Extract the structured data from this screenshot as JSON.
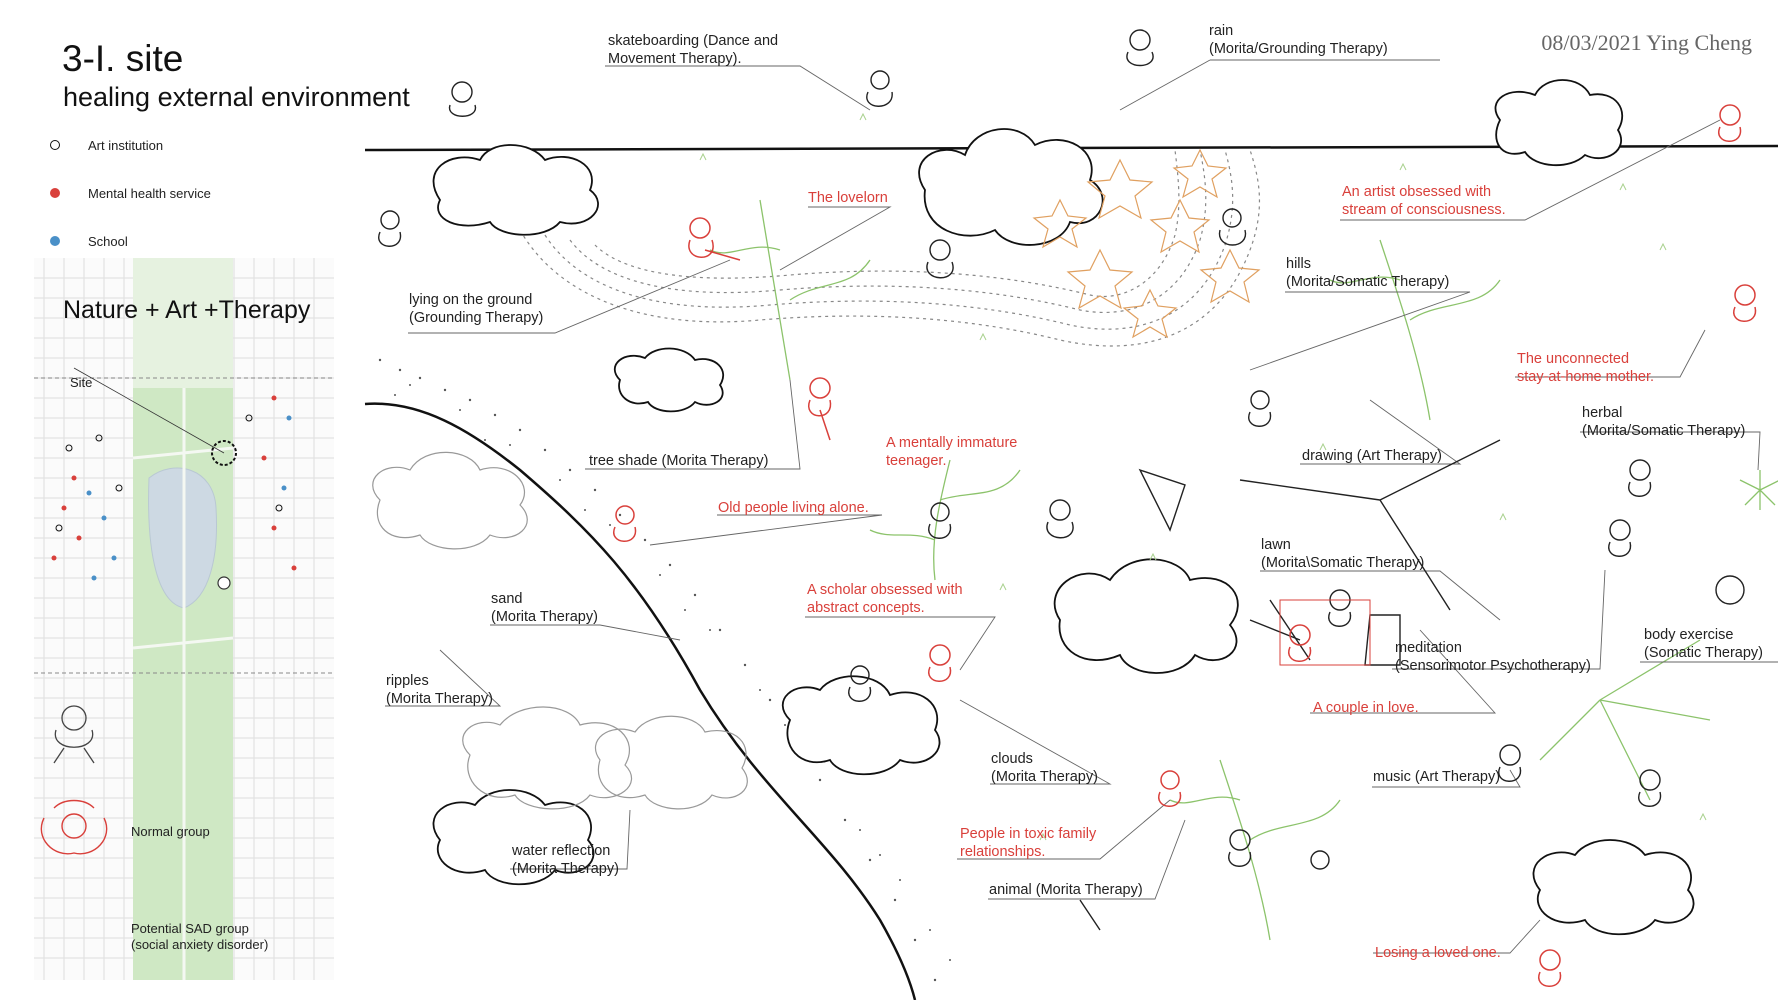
{
  "header": {
    "title": "3-I. site",
    "subtitle": "healing external environment",
    "signature": "08/03/2021 Ying Cheng"
  },
  "legend": [
    {
      "label": "Art institution",
      "color": "#111111",
      "style": "hollow"
    },
    {
      "label": "Mental health service",
      "color": "#d9403b",
      "style": "filled"
    },
    {
      "label": "School",
      "color": "#4a90c8",
      "style": "filled"
    }
  ],
  "map": {
    "heading": "Nature + Art +Therapy",
    "site_label": "Site",
    "normal_group_label": "Normal group",
    "sad_group_line1": "Potential SAD group",
    "sad_group_line2": "(social anxiety disorder)"
  },
  "labels": {
    "skateboarding_l1": "skateboarding (Dance and",
    "skateboarding_l2": "Movement Therapy).",
    "rain_l1": "rain",
    "rain_l2": "(Morita/Grounding Therapy)",
    "lovelorn": "The lovelorn",
    "artist_l1": "An artist obsessed with",
    "artist_l2": "stream of consciousness.",
    "lying_l1": "lying on the ground",
    "lying_l2": "(Grounding Therapy)",
    "hills_l1": "hills",
    "hills_l2": "(Morita/Somatic Therapy)",
    "unconnected_l1": "The unconnected",
    "unconnected_l2": "stay-at-home mother.",
    "herbal_l1": "herbal",
    "herbal_l2": "(Morita/Somatic Therapy)",
    "immature_l1": "A mentally immature",
    "immature_l2": "teenager.",
    "tree_shade": "tree shade (Morita Therapy)",
    "drawing": "drawing (Art Therapy)",
    "old_people": "Old people living alone.",
    "lawn_l1": "lawn",
    "lawn_l2": "(Morita\\Somatic Therapy)",
    "scholar_l1": "A  scholar  obsessed  with",
    "scholar_l2": "abstract concepts.",
    "sand_l1": "sand",
    "sand_l2": "(Morita Therapy)",
    "meditation_l1": "meditation",
    "meditation_l2": "(Sensorimotor Psychotherapy)",
    "body_l1": "body exercise",
    "body_l2": "(Somatic Therapy)",
    "ripples_l1": "ripples",
    "ripples_l2": "(Morita Therapy)",
    "couple": "A couple in love.",
    "clouds_l1": "clouds",
    "clouds_l2": "(Morita Therapy)",
    "music": "music (Art Therapy)",
    "toxic_l1": "People in toxic family",
    "toxic_l2": "relationships.",
    "water_l1": "water reflection",
    "water_l2": "(Morita Therapy)",
    "animal": "animal (Morita Therapy)",
    "losing": "Losing a loved one."
  },
  "colors": {
    "accent_red": "#d9403b",
    "school_blue": "#4a90c8",
    "plant_green": "#8cc36b",
    "star_orange": "#e0a060",
    "park_green": "#cfe8c4"
  }
}
